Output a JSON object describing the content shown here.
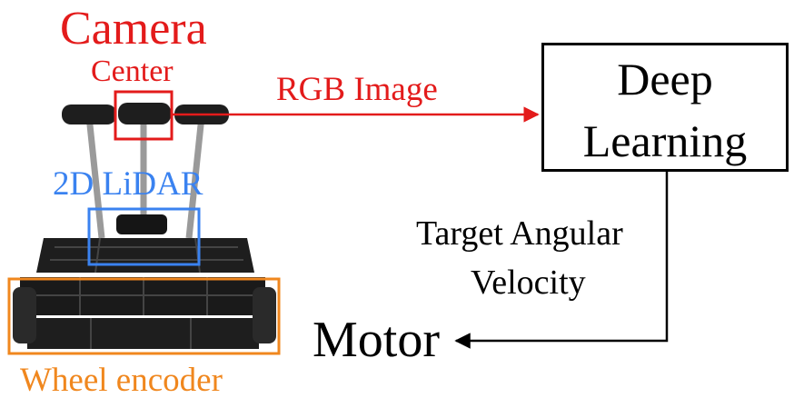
{
  "colors": {
    "camera": "#e31b1b",
    "lidar": "#3a82f0",
    "wheel": "#f0871e",
    "line": "#000000",
    "robot_body": "#1e1e1e"
  },
  "labels": {
    "camera_title": "Camera",
    "camera_sub": "Center",
    "lidar": "2D LiDAR",
    "wheel_encoder": "Wheel encoder",
    "rgb_image": "RGB Image",
    "deep_learning_line1": "Deep",
    "deep_learning_line2": "Learning",
    "target_line1": "Target Angular",
    "target_line2": "Velocity",
    "motor": "Motor"
  },
  "icons": [
    "robot-illustration",
    "arrow-right-icon",
    "arrow-left-icon"
  ]
}
